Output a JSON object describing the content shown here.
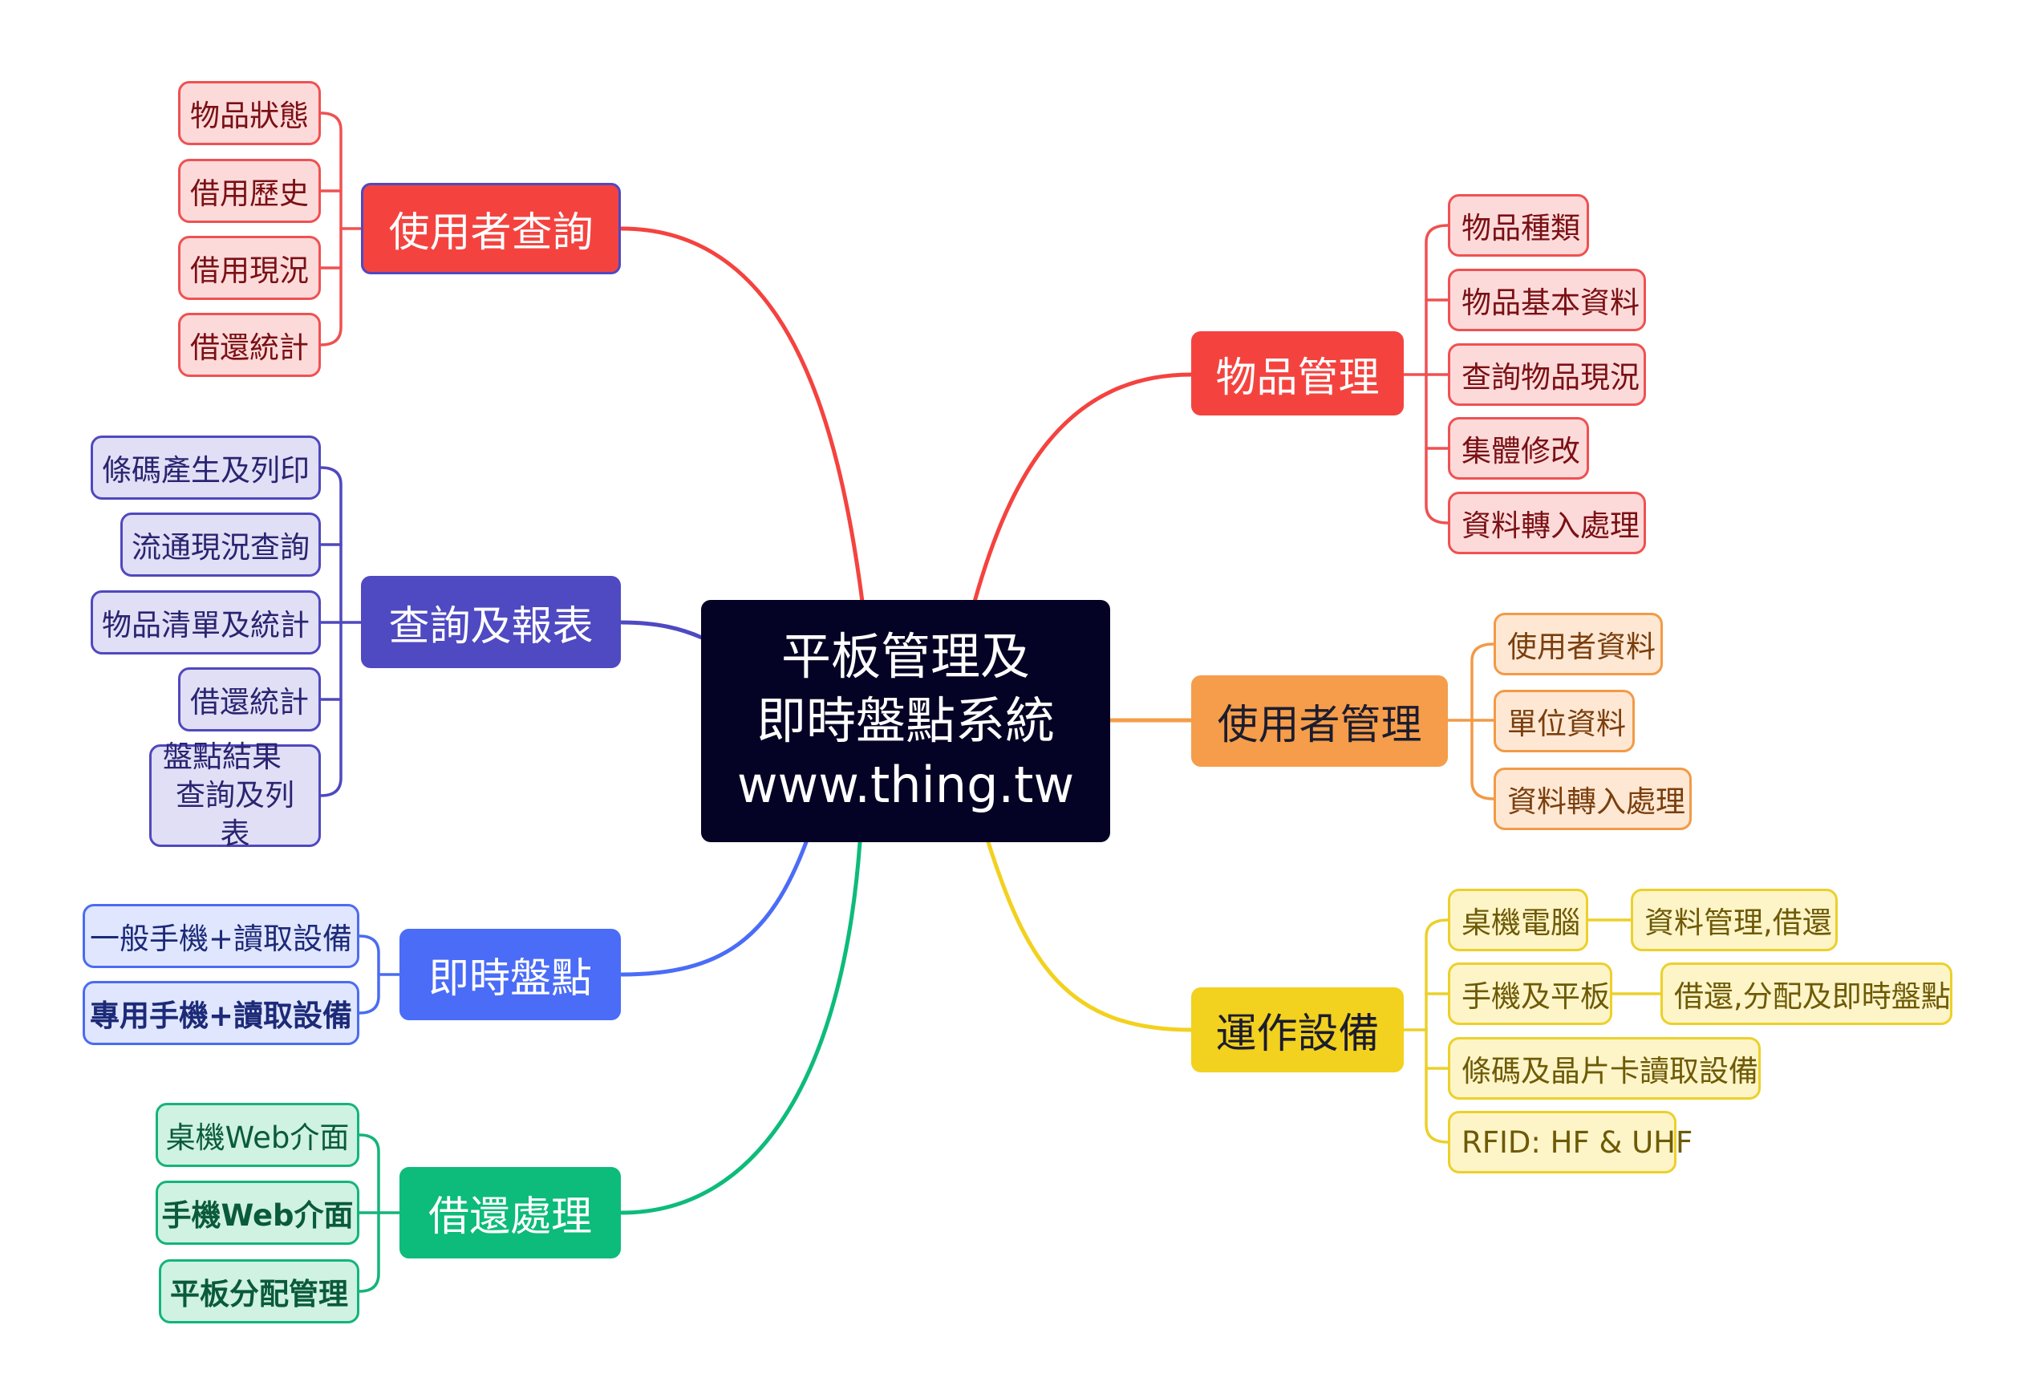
{
  "center": {
    "line1": "平板管理及",
    "line2": "即時盤點系統",
    "line3": "www.thing.tw"
  },
  "colors": {
    "red": "#f4433f",
    "navy": "#4f49c2",
    "blue": "#4a6cf7",
    "green": "#0dbb7a",
    "orange": "#f59d4a",
    "yellow": "#f2d11f",
    "center": "#050325"
  },
  "branches": {
    "user_query": {
      "label": "使用者查詢",
      "items": [
        "物品狀態",
        "借用歷史",
        "借用現況",
        "借還統計"
      ]
    },
    "query_report": {
      "label": "查詢及報表",
      "items": [
        "條碼產生及列印",
        "流通現況查詢",
        "物品清單及統計",
        "借還統計"
      ],
      "multi_item": {
        "line1": "盤點結果",
        "line2": "查詢及列表"
      }
    },
    "realtime_inventory": {
      "label": "即時盤點",
      "items": [
        "一般手機+讀取設備",
        "專用手機+讀取設備"
      ]
    },
    "lending": {
      "label": "借還處理",
      "items": [
        "桌機Web介面",
        "手機Web介面",
        "平板分配管理"
      ]
    },
    "item_management": {
      "label": "物品管理",
      "items": [
        "物品種類",
        "物品基本資料",
        "查詢物品現況",
        "集體修改",
        "資料轉入處理"
      ]
    },
    "user_management": {
      "label": "使用者管理",
      "items": [
        "使用者資料",
        "單位資料",
        "資料轉入處理"
      ]
    },
    "devices": {
      "label": "運作設備",
      "items": [
        "桌機電腦",
        "手機及平板",
        "條碼及晶片卡讀取設備",
        "RFID: HF & UHF"
      ],
      "sub_items": [
        "資料管理,借還",
        "借還,分配及即時盤點"
      ]
    }
  }
}
